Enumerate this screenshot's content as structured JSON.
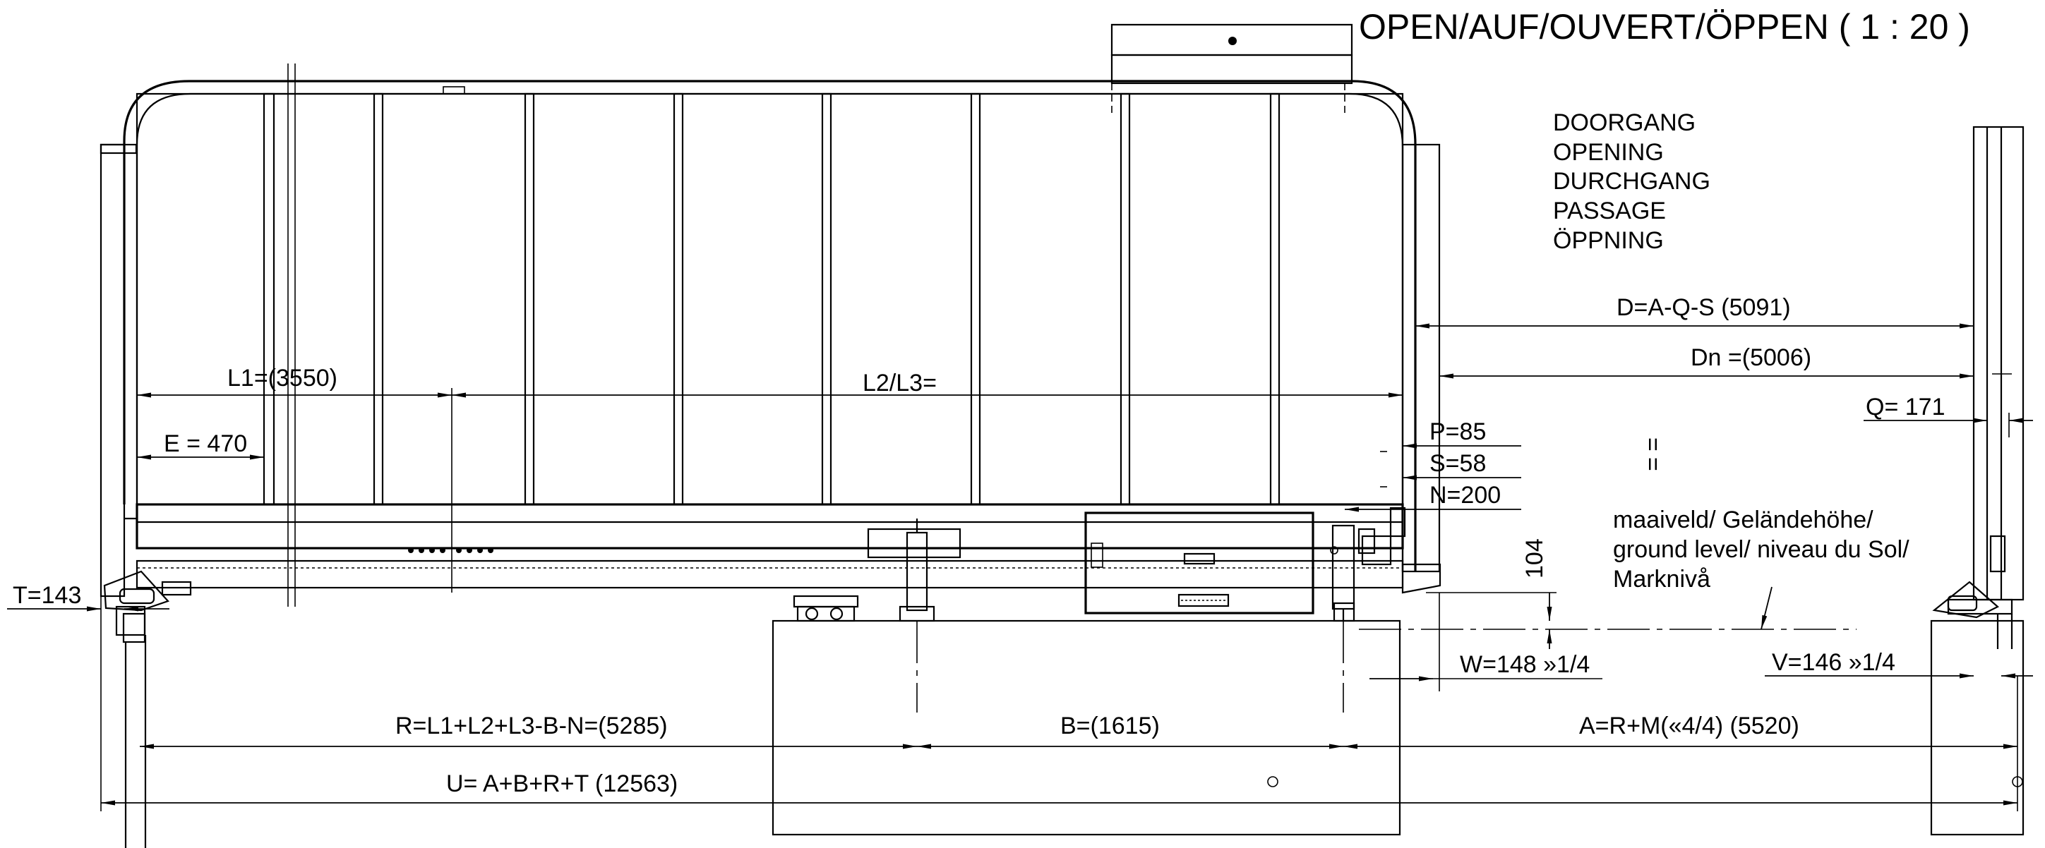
{
  "title": "OPEN/AUF/OUVERT/ÖPPEN ( 1 : 20 )",
  "opening_labels": [
    "DOORGANG",
    "OPENING",
    "DURCHGANG",
    "PASSAGE",
    "ÖPPNING"
  ],
  "ground_level_labels": [
    "maaiveld/ Geländehöhe/",
    "ground level/ niveau du Sol/",
    "Marknivå"
  ],
  "dimensions": {
    "d": "D=A-Q-S  (5091)",
    "dn": "Dn =(5006)",
    "l1": "L1=(3550)",
    "l2l3": "L2/L3=",
    "e": "E = 470",
    "p": "P=85",
    "s": "S=58",
    "n": "N=200",
    "q": "Q= 171",
    "t": "T=143",
    "h104": "104",
    "w": "W=148 »1/4",
    "v": "V=146 »1/4",
    "r": "R=L1+L2+L3-B-N=(5285)",
    "b": "B=(1615)",
    "a": "A=R+M(«4/4) (5520)",
    "u": "U= A+B+R+T (12563)"
  },
  "equal_marks": [
    "=",
    "="
  ],
  "icons": {
    "arrow": "arrowhead",
    "ground": "ground-level-marker",
    "motor": "drive-unit",
    "post": "gate-post",
    "rail": "gear-rack"
  }
}
